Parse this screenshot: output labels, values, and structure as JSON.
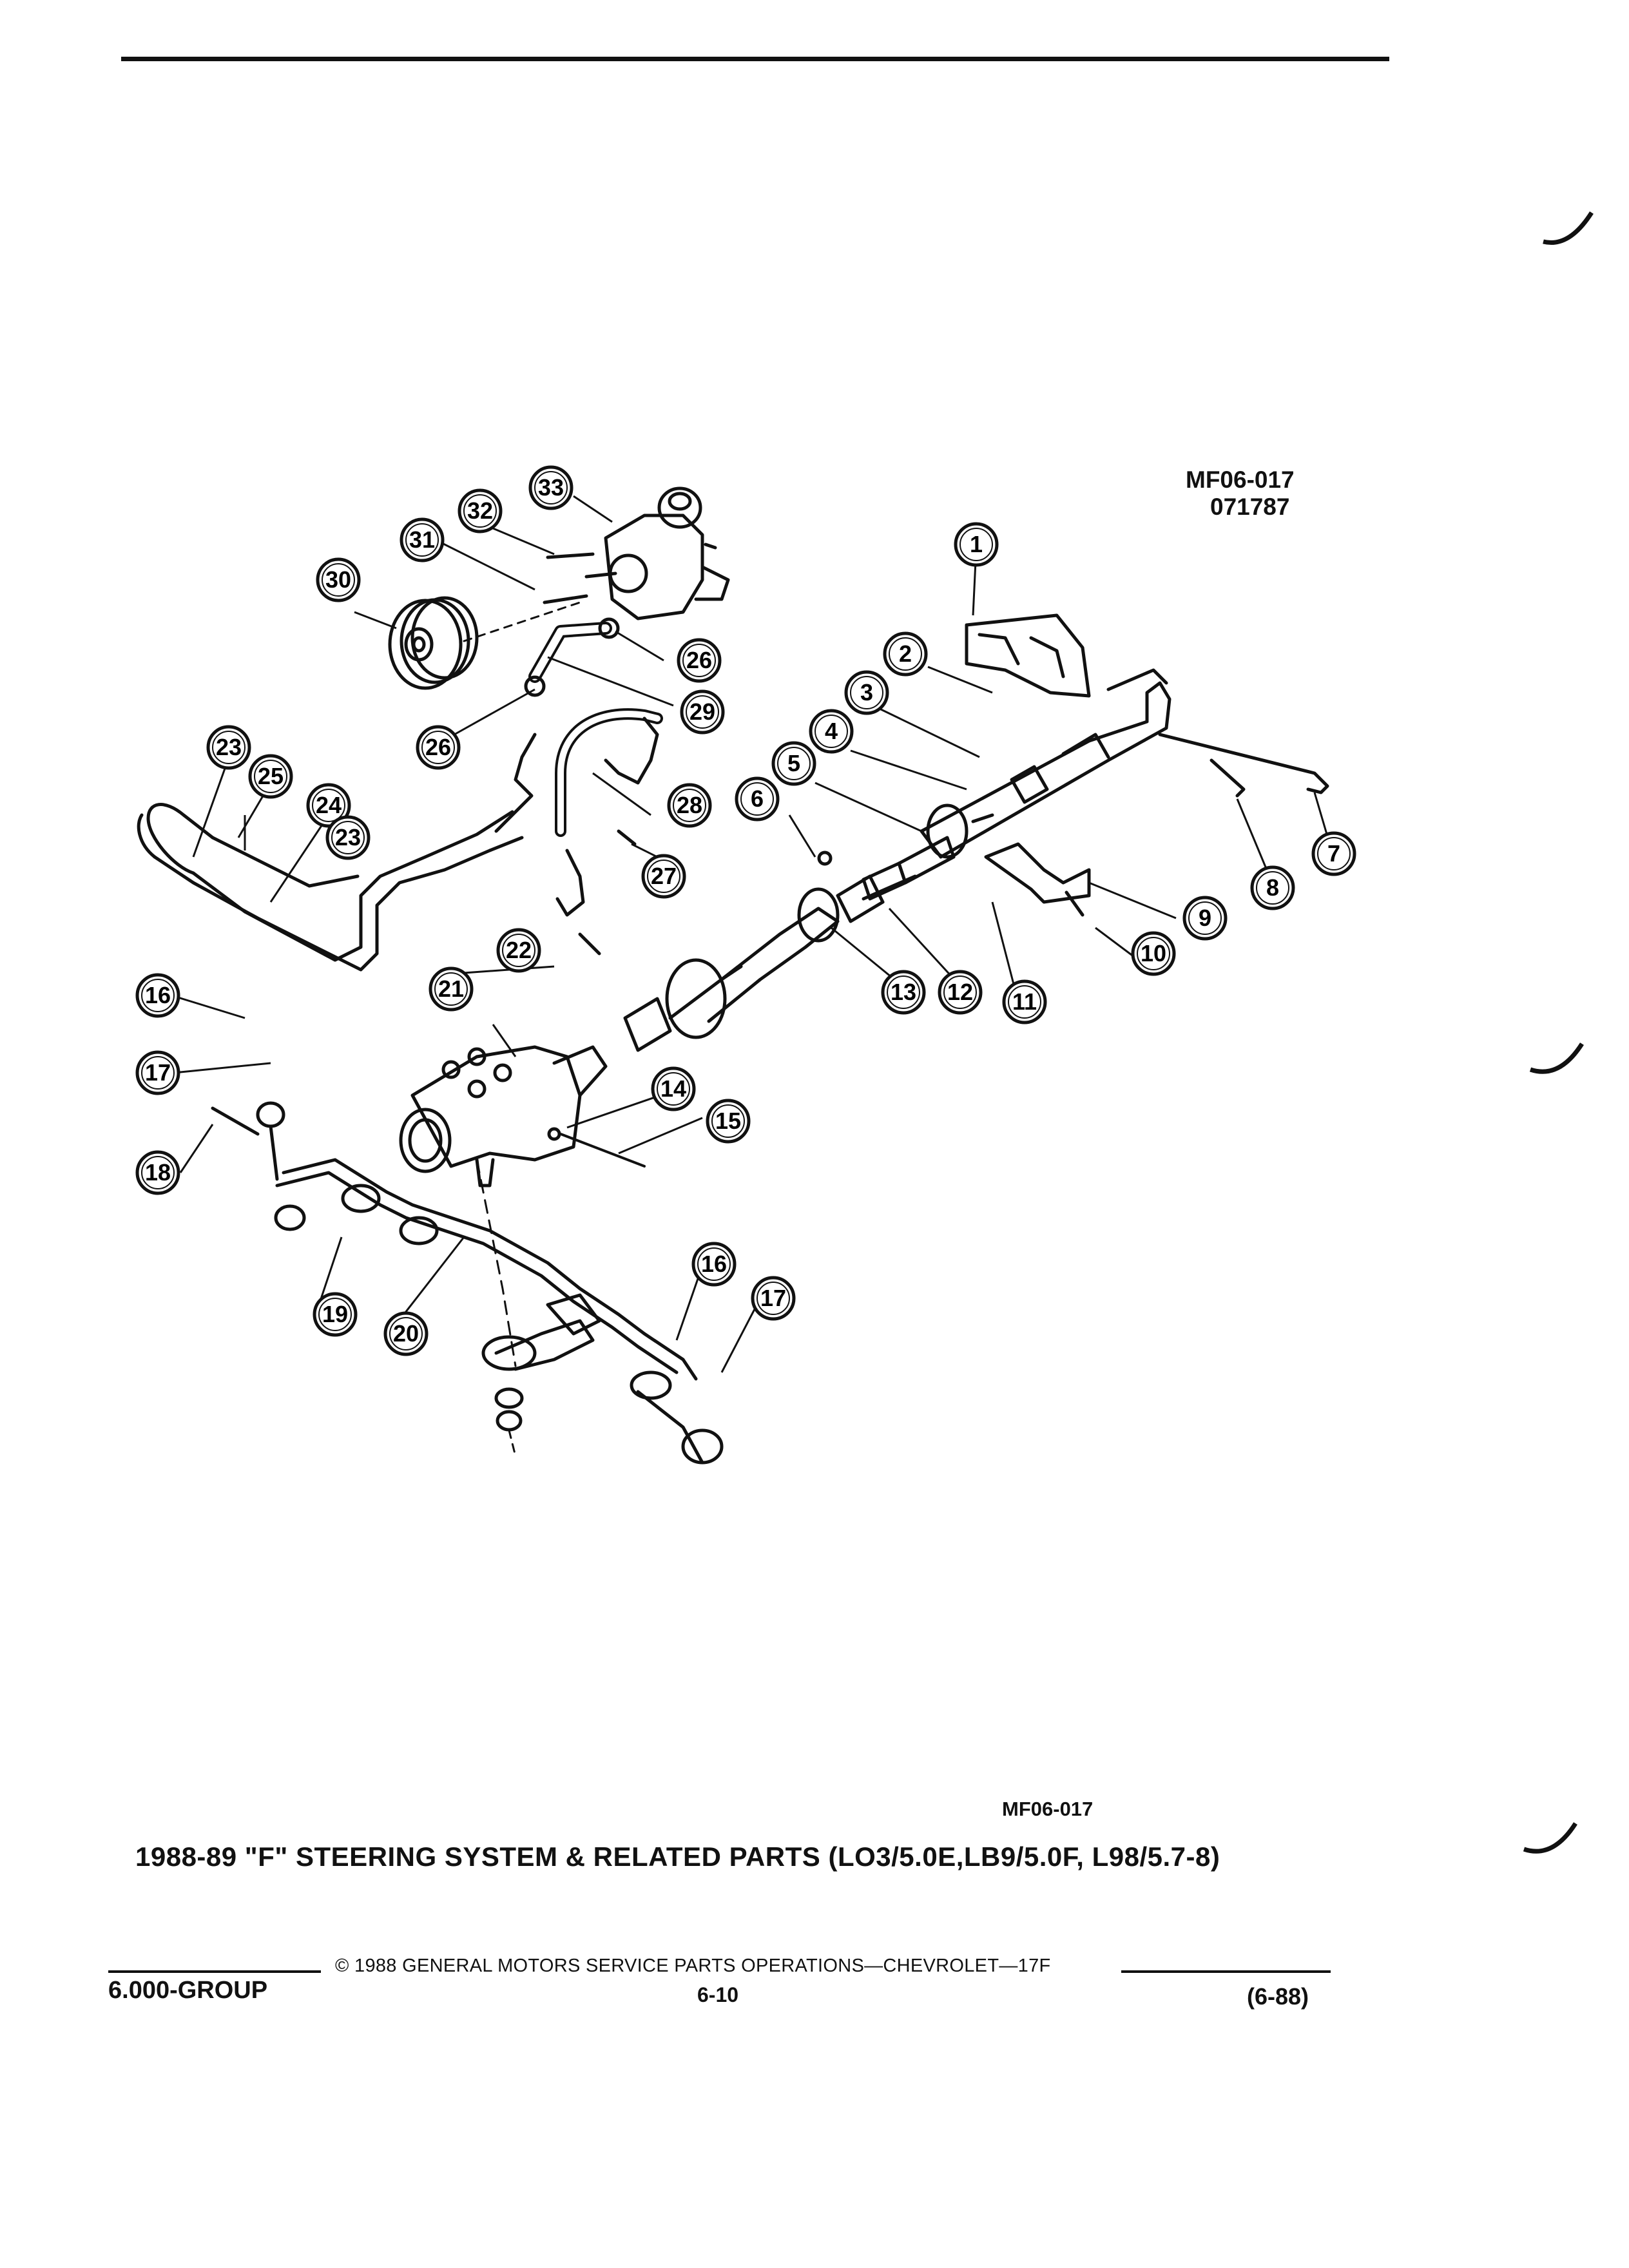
{
  "figure_code_top": "MF06-017",
  "figure_date": "071787",
  "figure_code_bottom": "MF06-017",
  "caption": "1988-89 \"F\" STEERING SYSTEM & RELATED PARTS (LO3/5.0E,LB9/5.0F, L98/5.7-8)",
  "copyright": "© 1988 GENERAL MOTORS SERVICE PARTS OPERATIONS—CHEVROLET—17F",
  "group": "6.000-GROUP",
  "page_number": "6-10",
  "revision": "(6-88)",
  "callouts": [
    {
      "n": "1"
    },
    {
      "n": "2"
    },
    {
      "n": "3"
    },
    {
      "n": "4"
    },
    {
      "n": "5"
    },
    {
      "n": "6"
    },
    {
      "n": "7"
    },
    {
      "n": "8"
    },
    {
      "n": "9"
    },
    {
      "n": "10"
    },
    {
      "n": "11"
    },
    {
      "n": "12"
    },
    {
      "n": "13"
    },
    {
      "n": "14"
    },
    {
      "n": "15"
    },
    {
      "n": "16"
    },
    {
      "n": "17"
    },
    {
      "n": "18"
    },
    {
      "n": "19"
    },
    {
      "n": "20"
    },
    {
      "n": "21"
    },
    {
      "n": "22"
    },
    {
      "n": "23"
    },
    {
      "n": "24"
    },
    {
      "n": "23"
    },
    {
      "n": "25"
    },
    {
      "n": "26"
    },
    {
      "n": "26"
    },
    {
      "n": "27"
    },
    {
      "n": "28"
    },
    {
      "n": "29"
    },
    {
      "n": "30"
    },
    {
      "n": "31"
    },
    {
      "n": "32"
    },
    {
      "n": "33"
    },
    {
      "n": "16"
    },
    {
      "n": "17"
    }
  ]
}
